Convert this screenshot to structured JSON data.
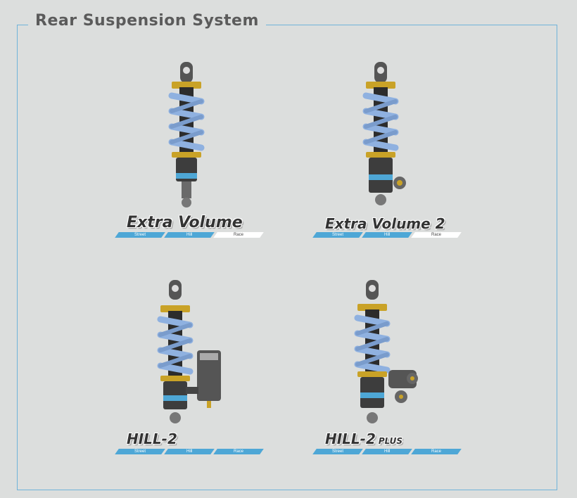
{
  "section": {
    "title": "Rear Suspension System"
  },
  "rating_labels": [
    "Street",
    "Hill",
    "Race"
  ],
  "products": [
    {
      "name": "Extra Volume",
      "plus": "",
      "rating": [
        true,
        true,
        false
      ]
    },
    {
      "name": "Extra Volume 2",
      "plus": "",
      "rating": [
        true,
        true,
        false
      ]
    },
    {
      "name": "HILL-2",
      "plus": "",
      "rating": [
        true,
        true,
        true
      ]
    },
    {
      "name": "HILL-2",
      "plus": "PLUS",
      "rating": [
        true,
        true,
        true
      ]
    }
  ],
  "colors": {
    "spring": "#8fb1e0",
    "accent": "#4ea7d6",
    "gold": "#c9a227",
    "body": "#3a3a3a"
  }
}
